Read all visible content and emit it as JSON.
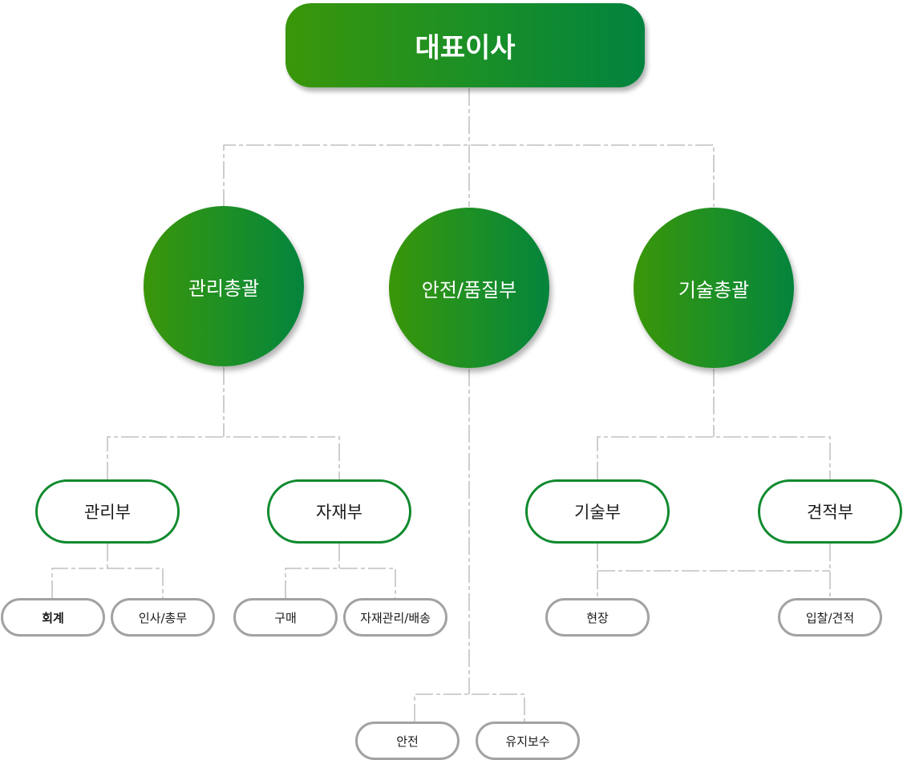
{
  "ceo": {
    "label": "대표이사"
  },
  "divisions": [
    {
      "label": "관리총괄",
      "departments": [
        {
          "label": "관리부",
          "teams": [
            {
              "label": "회계"
            },
            {
              "label": "인사/총무"
            }
          ]
        },
        {
          "label": "자재부",
          "teams": [
            {
              "label": "구매"
            },
            {
              "label": "자재관리/배송"
            }
          ]
        }
      ]
    },
    {
      "label": "안전/품질부",
      "teams": [
        {
          "label": "안전"
        },
        {
          "label": "유지보수"
        }
      ]
    },
    {
      "label": "기술총괄",
      "departments": [
        {
          "label": "기술부"
        },
        {
          "label": "견적부"
        }
      ],
      "teams": [
        {
          "label": "현장"
        },
        {
          "label": "입찰/견적"
        }
      ]
    }
  ],
  "colors": {
    "green_start": "#3a9609",
    "green_end": "#02833e",
    "department_border": "#0f8a2e",
    "team_border": "#a2a2a2",
    "connector": "#b3b3b3"
  }
}
